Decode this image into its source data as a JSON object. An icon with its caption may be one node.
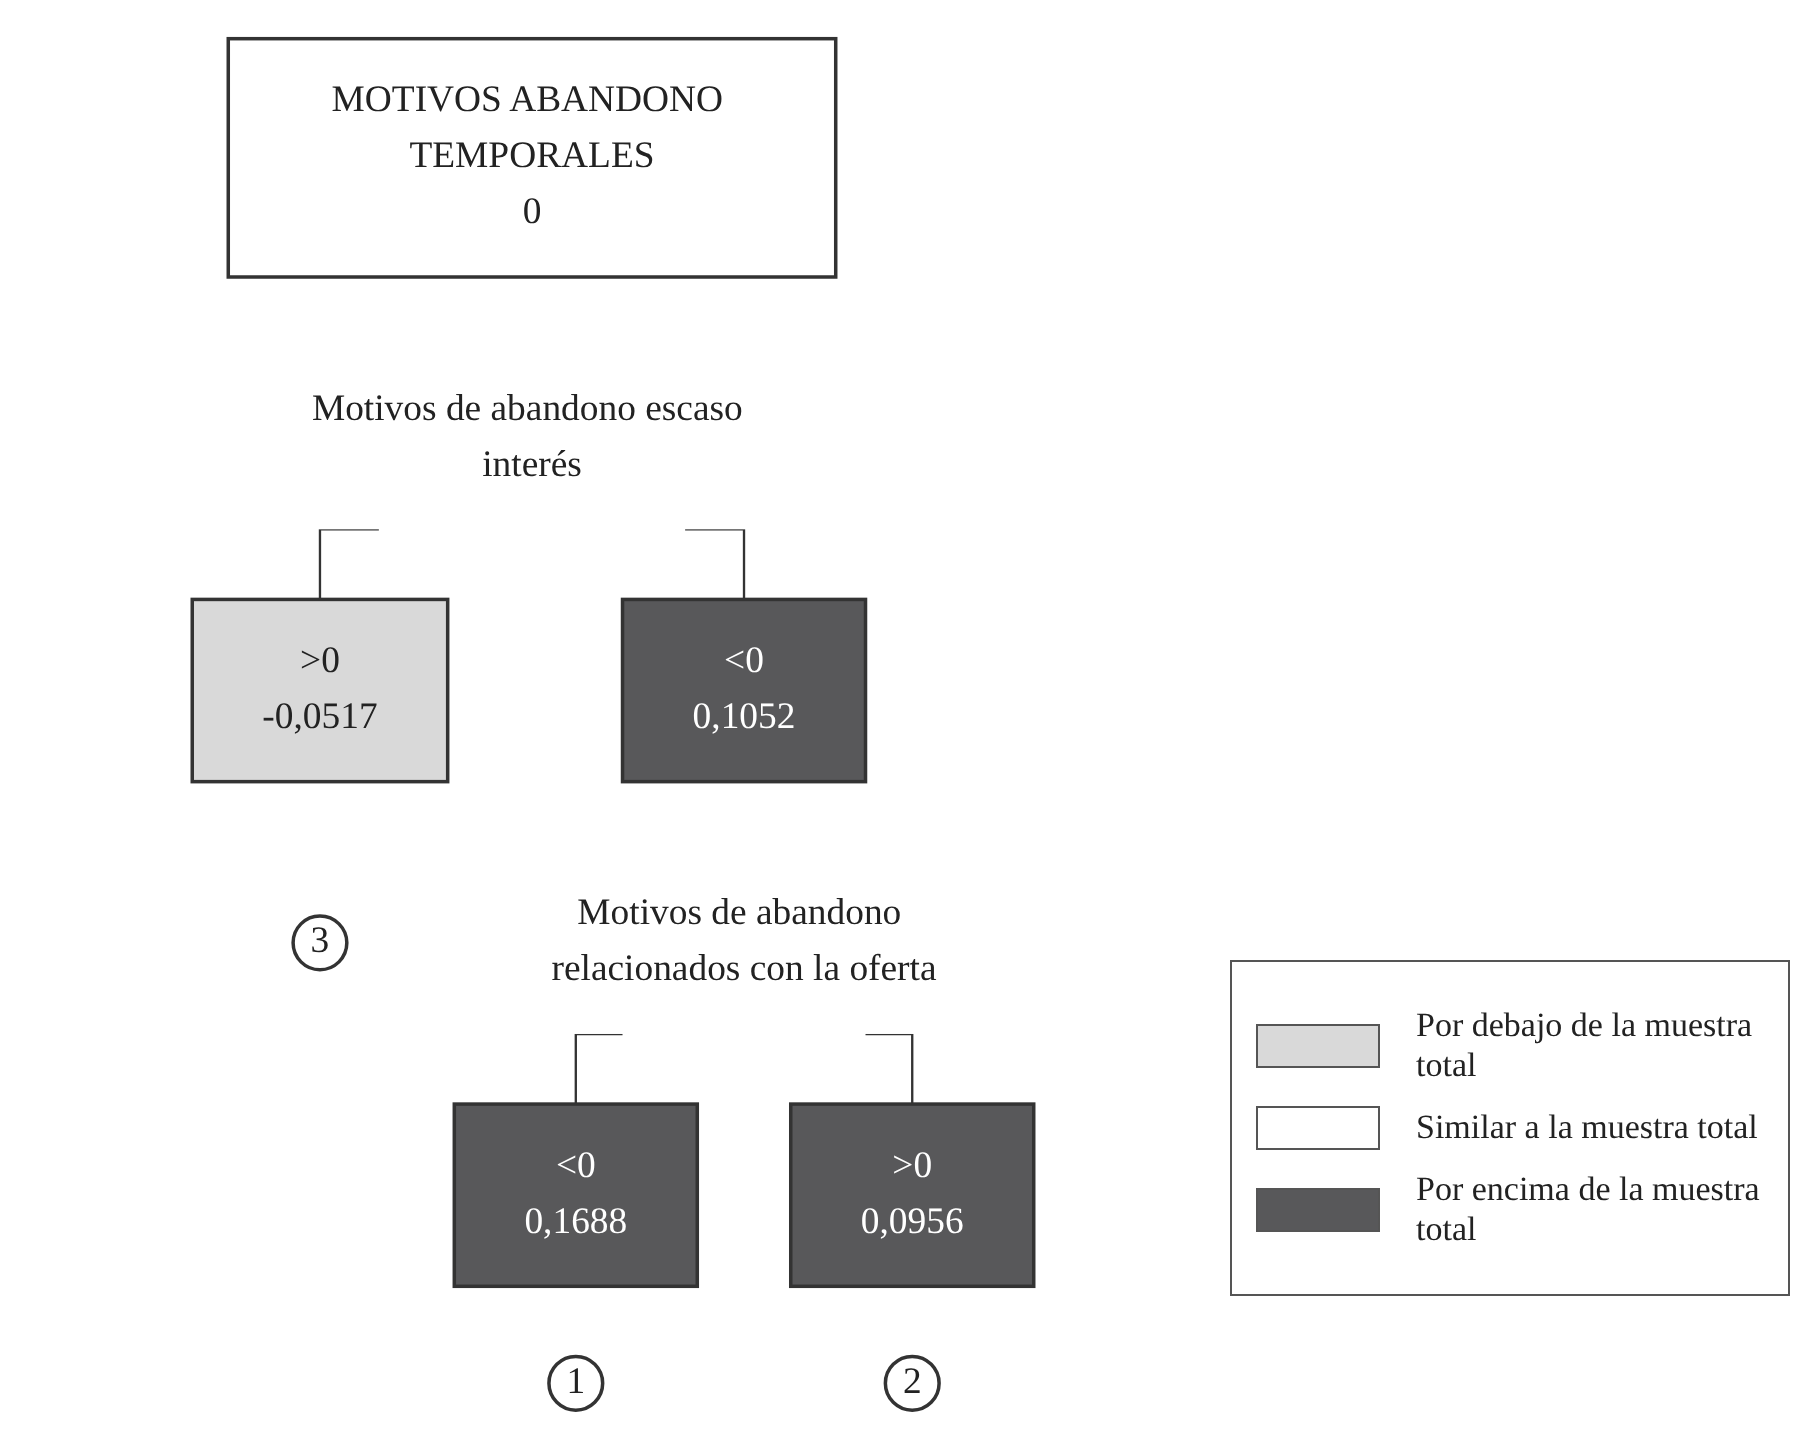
{
  "diagram": {
    "nodes": [
      {
        "text": [
          "MOTIVOS ABANDONO TEMPORALES",
          "0"
        ]
      },
      {
        "text": [
          "Motivos de abandono escaso interés"
        ]
      },
      {
        "text": [
          "<0",
          "0,1052"
        ]
      },
      {
        "text": [
          ">0",
          "-0,0517"
        ]
      },
      {
        "text": [
          "3"
        ]
      },
      {
        "text": [
          "Motivos de abandono relacionados con la oferta"
        ]
      },
      {
        "text": [
          "<0",
          "0,1688"
        ]
      },
      {
        "text": [
          ">0",
          "0,0956"
        ]
      },
      {
        "text": [
          "1"
        ]
      },
      {
        "text": [
          "2"
        ]
      }
    ],
    "edges": [
      {
        "from": 1,
        "to": 2,
        "arrow": "none"
      },
      {
        "from": 1,
        "to": 3,
        "arrow": "none"
      },
      {
        "from": 5,
        "to": 6,
        "arrow": "none"
      },
      {
        "from": 5,
        "to": 7,
        "arrow": "none"
      }
    ],
    "legend": [
      {
        "text": "Por debajo de la muestra total",
        "color": "#d9d9d9"
      },
      {
        "text": "Similar a la muestra total",
        "color": "#ffffff"
      },
      {
        "text": "Por encima de la muestra total",
        "color": "#58585a"
      }
    ]
  }
}
